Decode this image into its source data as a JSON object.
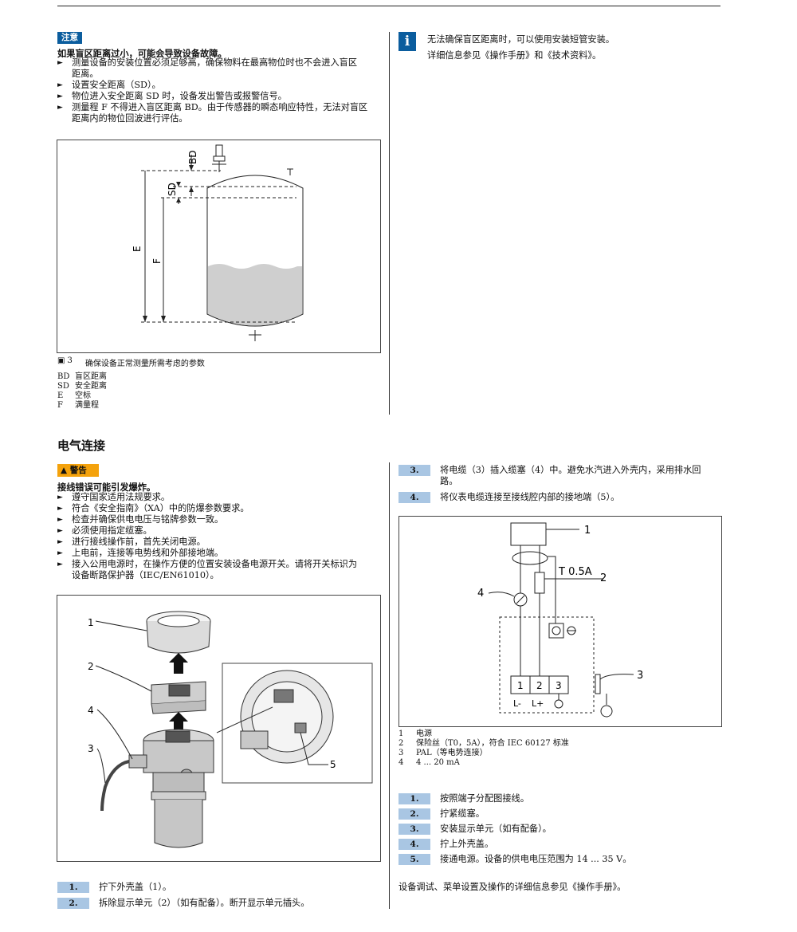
{
  "notice": {
    "badge": "注意",
    "title": "如果盲区距离过小，可能会导致设备故障。",
    "bullets": [
      "测量设备的安装位置必须足够高，确保物料在最高物位时也不会进入盲区",
      "距离。",
      "设置安全距离（SD）。",
      "物位进入安全距离 SD 时，设备发出警告或报警信号。",
      "测量程 F 不得进入盲区距离 BD。由于传感器的瞬态响应特性，无法对盲区",
      "距离内的物位回波进行评估。"
    ]
  },
  "info": {
    "line1": "无法确保盲区距离时，可以使用安装短管安装。",
    "line2": "详细信息参见《操作手册》和《技术资料》。"
  },
  "figure3": {
    "caption_num": "3",
    "caption_text": "确保设备正常测量所需考虑的参数",
    "labels": {
      "bd": "BD",
      "sd": "SD",
      "e": "E",
      "f": "F"
    },
    "legend": [
      {
        "key": "BD",
        "text": "盲区距离"
      },
      {
        "key": "SD",
        "text": "安全距离"
      },
      {
        "key": "E",
        "text": "空标"
      },
      {
        "key": "F",
        "text": "满量程"
      }
    ]
  },
  "electrical": {
    "heading": "电气连接",
    "warning_badge": "警告",
    "warning_title": "接线错误可能引发爆炸。",
    "warning_bullets": [
      "遵守国家适用法规要求。",
      "符合《安全指南》（XA）中的防爆参数要求。",
      "检查并确保供电电压与铭牌参数一致。",
      "必须使用指定缆塞。",
      "进行接线操作前，首先关闭电源。",
      "上电前，连接等电势线和外部接地端。",
      "接入公用电源时，在操作方便的位置安装设备电源开关。请将开关标识为",
      "设备断路保护器（IEC/EN61010）。"
    ]
  },
  "device_fig": {
    "callouts": [
      "1",
      "2",
      "4",
      "3",
      "5"
    ]
  },
  "steps_left": [
    {
      "num": "1.",
      "text": "拧下外壳盖（1）。"
    },
    {
      "num": "2.",
      "text": "拆除显示单元（2）（如有配备）。断开显示单元插头。"
    }
  ],
  "steps_right_top": [
    {
      "num": "3.",
      "text": "将电缆（3）插入缆塞（4）中。避免水汽进入外壳内，采用排水回",
      "text2": "路。"
    },
    {
      "num": "4.",
      "text": "将仪表电缆连接至接线腔内部的接地端（5）。"
    }
  ],
  "wiring": {
    "fuse_label": "T 0.5A",
    "callouts": [
      "1",
      "2",
      "3",
      "4"
    ],
    "terminals": [
      "1",
      "2",
      "3"
    ],
    "terminal_labels": [
      "L-",
      "L+"
    ],
    "legend": [
      {
        "key": "1",
        "text": "电源"
      },
      {
        "key": "2",
        "text": "保险丝（T0，5A），符合 IEC 60127 标准"
      },
      {
        "key": "3",
        "text": "PAL（等电势连接）"
      },
      {
        "key": "4",
        "text": "4 ... 20 mA"
      }
    ]
  },
  "steps_right_bottom": [
    {
      "num": "1.",
      "text": "按照端子分配图接线。"
    },
    {
      "num": "2.",
      "text": "拧紧缆塞。"
    },
    {
      "num": "3.",
      "text": "安装显示单元（如有配备）。"
    },
    {
      "num": "4.",
      "text": "拧上外壳盖。"
    },
    {
      "num": "5.",
      "text": "接通电源。设备的供电电压范围为 14 ... 35 V。"
    }
  ],
  "footer_note": "设备调试、菜单设置及操作的详细信息参见《操作手册》。"
}
